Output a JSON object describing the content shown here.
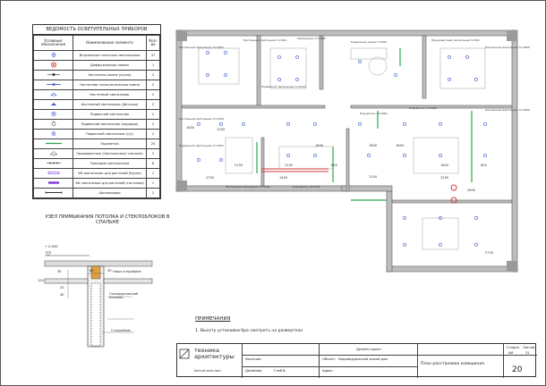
{
  "legend": {
    "title": "ВЕДОМОСТЬ ОСВЕТИТЕЛЬНЫХ ПРИБОРОВ",
    "headers": [
      "Условные обозначения",
      "Наименование элемента",
      "Кол-во"
    ],
    "rows": [
      {
        "name": "Встроенные точечные светильники",
        "qty": "37",
        "icon": "recessed-dot"
      },
      {
        "name": "Диффузионные лампы",
        "qty": "1",
        "icon": "diffuser-cross"
      },
      {
        "name": "Настенная лампа (кухня)",
        "qty": "3",
        "icon": "wall-lamp-kitchen"
      },
      {
        "name": "Настенная технологическая лампа",
        "qty": "2",
        "icon": "wall-tech-lamp"
      },
      {
        "name": "Настенный светильник",
        "qty": "2",
        "icon": "wall-light"
      },
      {
        "name": "Настенный светильник (Детская)",
        "qty": "2",
        "icon": "wall-light-kids"
      },
      {
        "name": "Подвесной светильник",
        "qty": "2",
        "icon": "pendant"
      },
      {
        "name": "Подвесной светильник (коридор)",
        "qty": "2",
        "icon": "pendant-corridor"
      },
      {
        "name": "Подвесной светильник (с/у)",
        "qty": "2",
        "icon": "pendant-bath"
      },
      {
        "name": "Подсветка",
        "qty": "20",
        "icon": "led-strip"
      },
      {
        "name": "Прикроватные (Светильники/ спальня)",
        "qty": "2",
        "icon": "bedside"
      },
      {
        "name": "Трековые светильники",
        "qty": "8",
        "icon": "track"
      },
      {
        "name": "УФ светильник для растений (Кухня)",
        "qty": "1",
        "icon": "uv-kitchen"
      },
      {
        "name": "УФ светильник для растений (гостиная)",
        "qty": "1",
        "icon": "uv-living"
      },
      {
        "name": "Шинопровод",
        "qty": "2",
        "icon": "busbar"
      }
    ]
  },
  "node": {
    "title": "УЗЕЛ ПРИМЫКАНИЯ ПОТОЛКА И СТЕКЛОБЛОКОВ В СПАЛЬНЕ",
    "level": "+ 0,000",
    "dims": [
      "30",
      "80",
      "30",
      "20",
      "30",
      "120"
    ],
    "labels": {
      "niche": "Ниша в профиле",
      "ceiling": "Гипсокартонный потолок",
      "glass": "Стеклоблок"
    }
  },
  "plan": {
    "room_labels": [
      "Настенный светильник h=1800",
      "Настенный светильник h=500",
      "Светильник h=2400",
      "Подвесные лампы h=500",
      "Прикроватный светильник h=500",
      "Настенный светильник h=1800",
      "Подвесной светильник h=2100",
      "Настенный светильник h=2100",
      "Подсветка, L=1800",
      "Подсветка, h=2300",
      "Подвесной светильник h=2400",
      "Настенный светильник h=2100",
      "Подсветка, h=2300",
      "Настенный светильник h=1800"
    ],
    "dims": [
      "1800",
      "1200",
      "2150",
      "2150",
      "600",
      "2750",
      "1400",
      "1600",
      "1800",
      "1800",
      "1800",
      "600",
      "1200",
      "2250",
      "2650",
      "2700"
    ]
  },
  "notes": {
    "title": "ПРИМЕЧАНИЯ",
    "items": [
      "1. Высоту установки бра смотреть на развертках"
    ]
  },
  "titleblock": {
    "company_line1": "техника",
    "company_line2": "архитектуры",
    "site": "tech-of-arch.com",
    "customer_label": "Заказчик:",
    "designer_label": "Дизайнер",
    "designer_value": "Глеб В.",
    "stage_label": "Дизайн-проект",
    "object_label": "Объект:",
    "object_value": "Индивидуальный жилой дом",
    "address_label": "Адрес:",
    "stage_col": "Стадия",
    "stage_val": "АИ",
    "sheets_col": "Листов",
    "sheets_val": "31",
    "sheet_title": "План расстановки освещения",
    "sheet_number": "20"
  },
  "colors": {
    "wall": "#5a5a5a",
    "dim": "#4a4ad8",
    "green": "#2aa84a",
    "red": "#d23a3a"
  }
}
